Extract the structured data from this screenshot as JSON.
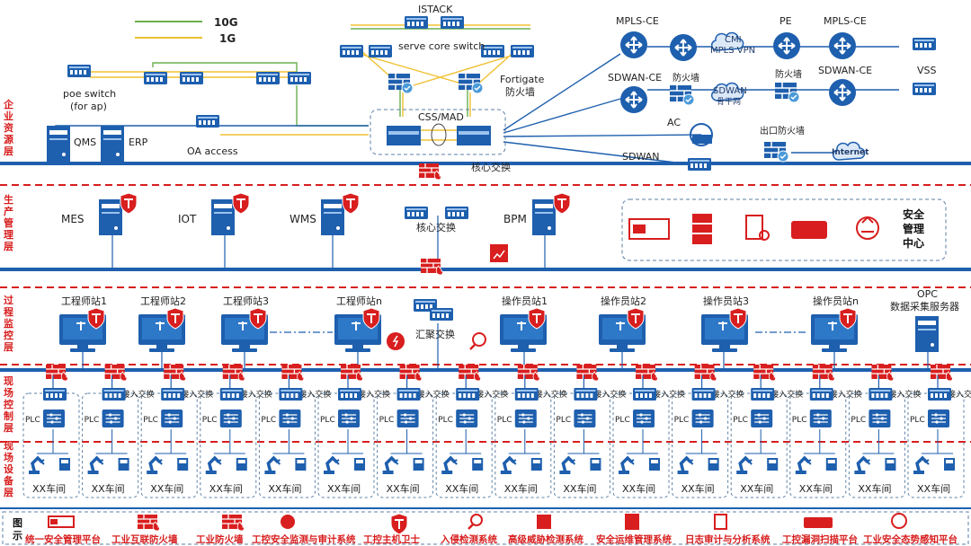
{
  "legend_lines": {
    "ten_g": "10G",
    "one_g": "1G"
  },
  "layers": {
    "enterprise": "企业资源层",
    "production": "生产管理层",
    "process": "过程监控层",
    "field_control": "现场控制层",
    "field_device": "现场设备层"
  },
  "enterprise": {
    "istack": "ISTACK",
    "serve_core_switch": "serve core switch",
    "fortigate": "Fortigate",
    "fortigate_sub": "防火墙",
    "css_mad": "CSS/MAD",
    "core_switch": "核心交换",
    "poe_switch": "poe switch",
    "poe_switch_sub": "(for ap)",
    "qms": "QMS",
    "erp": "ERP",
    "oa_access": "OA access",
    "mpls_ce_1": "MPLS-CE",
    "pe": "PE",
    "mpls_ce_2": "MPLS-CE",
    "cmi": "CMI",
    "mpls_vpn": "MPLS VPN",
    "sdwan_ce_1": "SDWAN-CE",
    "firewall_1": "防火墙",
    "sdwan_cloud": "SDWAN",
    "sdwan_cloud_sub": "骨干网",
    "firewall_2": "防火墙",
    "sdwan_ce_2": "SDWAN-CE",
    "vss": "VSS",
    "ac": "AC",
    "exit_firewall": "出口防火墙",
    "sdwan": "SDWAN",
    "internet": "Internet"
  },
  "production": {
    "mes": "MES",
    "iot": "IOT",
    "wms": "WMS",
    "core_switch": "核心交换",
    "bpm": "BPM",
    "security_center": [
      "安全",
      "管理",
      "中心"
    ]
  },
  "process": {
    "eng_1": "工程师站1",
    "eng_2": "工程师站2",
    "eng_3": "工程师站3",
    "eng_n": "工程师站n",
    "op_1": "操作员站1",
    "op_2": "操作员站2",
    "op_3": "操作员站3",
    "op_n": "操作员站n",
    "agg_switch": "汇聚交换",
    "opc": "OPC",
    "opc_sub": "数据采集服务器"
  },
  "field": {
    "access_switch": "接入交换",
    "plc": "PLC",
    "workshop": "XX车间",
    "cell_count": 16
  },
  "legend": {
    "title": "图示",
    "items": [
      "统一安全管理平台",
      "工业互联防火墙",
      "工业防火墙",
      "工控安全监测与审计系统",
      "工控主机卫士",
      "入侵检测系统",
      "高级威胁检测系统",
      "安全运维管理系统",
      "日志审计与分析系统",
      "工控漏洞扫描平台",
      "工业安全态势感知平台"
    ]
  },
  "colors": {
    "blue": "#1565c0",
    "red": "#d81e1e",
    "green": "#6ab04c",
    "yellow": "#f0c030",
    "dark": "#1b3a6b"
  }
}
